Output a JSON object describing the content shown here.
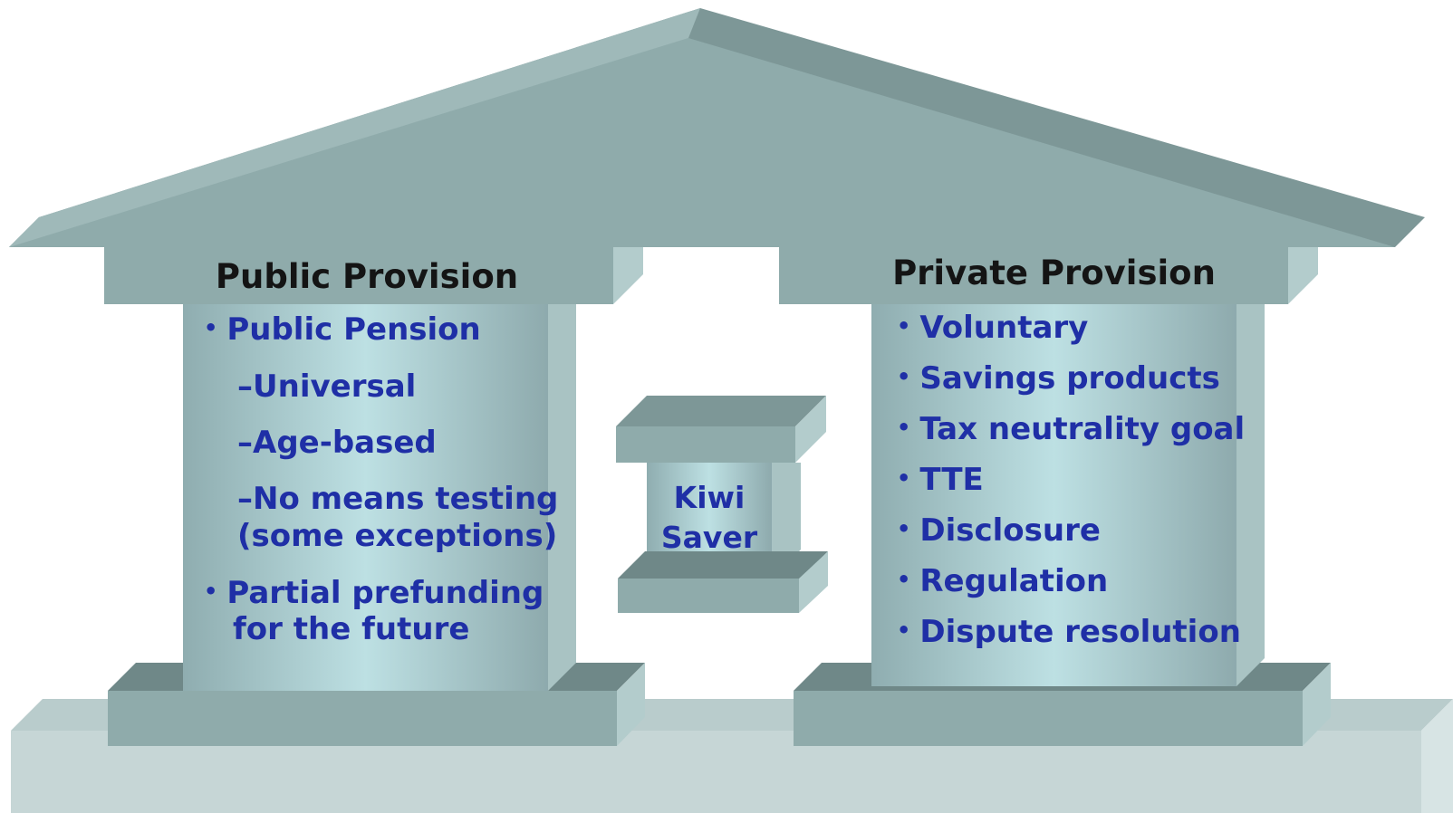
{
  "public": {
    "heading": "Public Provision",
    "bullet1": "Public Pension",
    "sub1": "–Universal",
    "sub2": "–Age-based",
    "sub3_line1": "–No means testing",
    "sub3_line2": "(some exceptions)",
    "bullet2_line1": "Partial prefunding",
    "bullet2_line2": "for the future"
  },
  "center": {
    "line1": "Kiwi",
    "line2": "Saver"
  },
  "private": {
    "heading": "Private Provision",
    "items": [
      "Voluntary",
      "Savings products",
      "Tax neutrality goal",
      "TTE",
      "Disclosure",
      "Regulation",
      "Dispute resolution"
    ]
  },
  "colors": {
    "text_blue": "#1f2fa6",
    "heading": "#141414",
    "structure_mid": "#8fabab",
    "structure_dark": "#6f8888",
    "floor": "#c6d6d6"
  }
}
